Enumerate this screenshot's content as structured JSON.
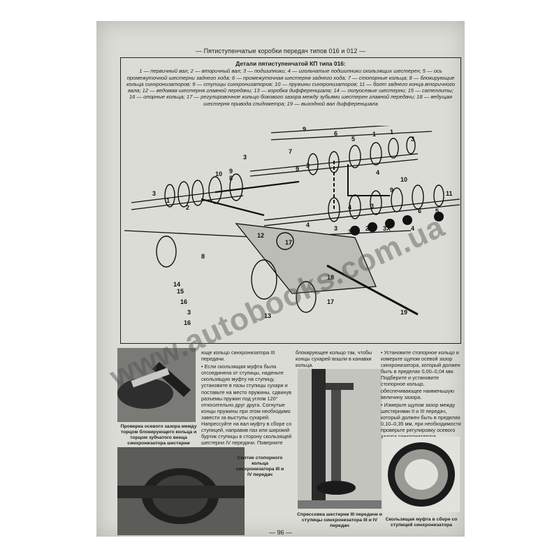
{
  "header": "— Пятиступенчатые коробки передач типов 016 и 012 —",
  "figure": {
    "title": "Детали пятиступенчатой КП типа 016:",
    "legend": "1 — первичный вал; 2 — вторичный вал; 3 — подшипники; 4 — игольчатые подшипники скользящих шестерен; 5 — ось промежуточной шестерни заднего хода; 6 — промежуточная шестерня заднего хода; 7 — стопорные кольца; 8 — блокирующие кольца синхронизаторов; 9 — ступицы синхронизаторов; 10 — пружины синхронизаторов; 11 — болт заднего конца вторичного вала; 12 — ведомая шестерня главной передачи; 13 — коробка дифференциала; 14 — полуосевые шестерни; 15 — сателлиты; 16 — опорные кольца; 17 — регулировочное кольцо бокового зазора между зубьями шестерен главной передачи; 18 — ведущая шестерня привода спидометра; 19 — выходной вал дифференциала",
    "callouts": [
      "9",
      "6",
      "5",
      "7",
      "9",
      "3",
      "10",
      "8",
      "9",
      "1",
      "3",
      "2",
      "11",
      "4",
      "6",
      "1",
      "1",
      "3",
      "5",
      "10",
      "9",
      "3",
      "4",
      "3",
      "3",
      "4",
      "2",
      "3X",
      "4",
      "3",
      "12",
      "17",
      "13",
      "17",
      "18",
      "19",
      "14",
      "15",
      "16",
      "16",
      "3",
      "8"
    ]
  },
  "columns": {
    "col1": "юще кольцо синхронизатора III передачи.",
    "col1b": "• Если скользящая муфта была отсоединена от ступицы, наденьте скользящую муфту на ступицу, установите в пазы ступицы сухари и поставьте на место пружины, сдвинув разъемы пружин под углом 120° относительно друг друга. Согнутые концы пружины при этом необходимо завести за выступы сухарей. Напрессуйте на вал муфту в сборе со ступицей, направив паз или широкий буртик ступицы в сторону скользящей шестерни IV передачи. Поверните",
    "col2": "блокирующее кольцо так, чтобы концы сухарей вошли в канавки кольца.",
    "col3a": "• Установите стопорное кольцо и измерьте щупом осевой зазор синхронизатора, который должен быть в пределах 0,00–0,04 мм. Подберите и установите стопорное кольцо, обеспечивающее наименьшую величину зазора.",
    "col3b": "• Измерьте щупом зазор между шестернями II и III передач, который должен быть в пределах 0,10–0,35 мм, при необходимости проверьте регулировку осевого зазора синхронизатора."
  },
  "photos": {
    "p1": "Проверка осевого зазора между торцом блокирующего кольца и торцом зубчатого венца синхронизатора шестерни",
    "p2": "Снятие стопорного кольца синхронизатора III и IV передач",
    "p3": "Спрессовка шестерни III передачи и ступицы синхронизатора III и IV передач",
    "p4": "Скользящая муфта в сборе со ступицей синхронизатора"
  },
  "watermark": "www.autobooks.com.ua",
  "page_number": "— 96 —"
}
